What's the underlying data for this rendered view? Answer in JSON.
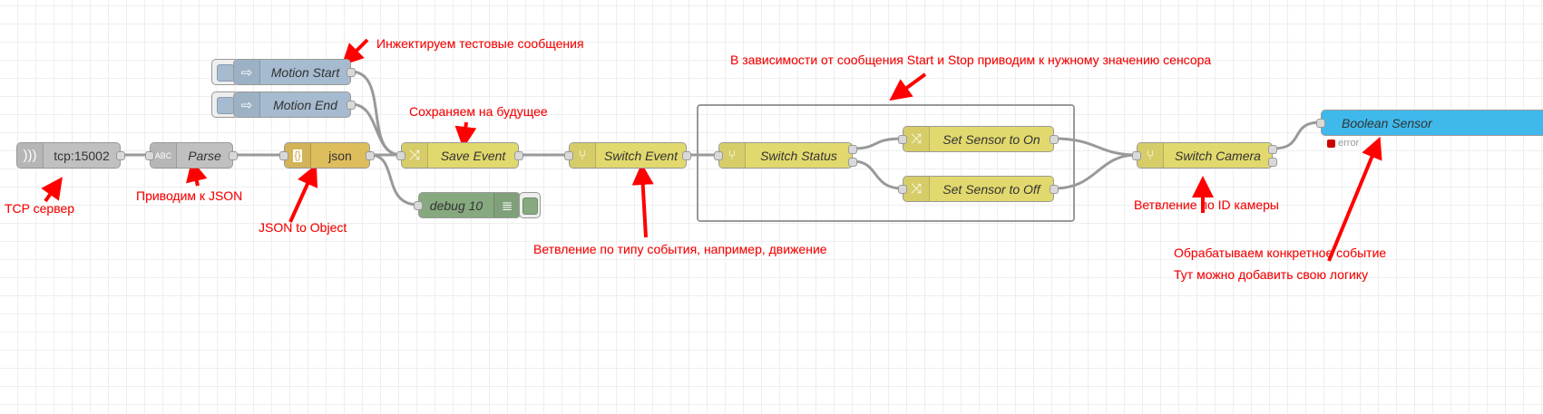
{
  "nodes": {
    "tcp": {
      "label": "tcp:15002",
      "color": "#c0c0c0"
    },
    "parse": {
      "label": "Parse",
      "color": "#c0c0c0"
    },
    "json": {
      "label": "json",
      "color": "#debd5c"
    },
    "motion_start": {
      "label": "Motion Start",
      "color": "#a6bbcf"
    },
    "motion_end": {
      "label": "Motion End",
      "color": "#a6bbcf"
    },
    "save_event": {
      "label": "Save Event",
      "color": "#e2d96e"
    },
    "debug": {
      "label": "debug 10",
      "color": "#87a980"
    },
    "switch_event": {
      "label": "Switch Event",
      "color": "#e2d96e"
    },
    "switch_status": {
      "label": "Switch Status",
      "color": "#e2d96e"
    },
    "sensor_on": {
      "label": "Set Sensor to On",
      "color": "#e2d96e"
    },
    "sensor_off": {
      "label": "Set Sensor to Off",
      "color": "#e2d96e"
    },
    "switch_camera": {
      "label": "Switch Camera",
      "color": "#e2d96e"
    },
    "boolean_sensor": {
      "label": "Boolean Sensor",
      "color": "#3fb9ec",
      "status": "error"
    }
  },
  "annotations": {
    "inject": "Инжектируем тестовые сообщения",
    "depends": "В зависимости от сообщения Start и Stop приводим к нужному значению сенсора",
    "save": "Сохраняем на будущее",
    "tcp": "TCP сервер",
    "parse": "Приводим к JSON",
    "json": "JSON to Object",
    "branch_event": "Ветвление по типу события, например, движение",
    "branch_camera": "Ветвление по ID камеры",
    "handle1": "Обрабатываем конкретное событие",
    "handle2": "Тут можно добавить свою логику"
  }
}
